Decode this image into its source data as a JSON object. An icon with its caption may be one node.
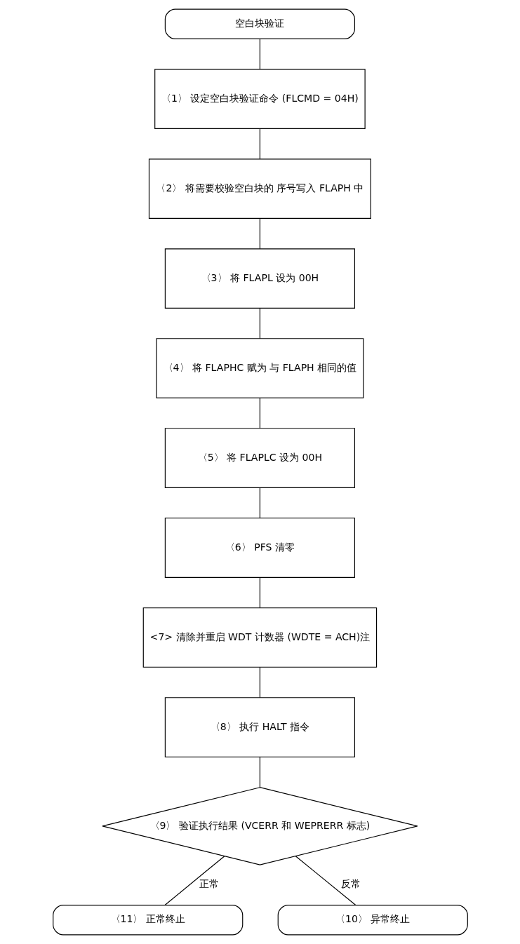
{
  "diagram": {
    "nodes": [
      {
        "text": [
          "空白块验证"
        ]
      },
      {
        "text": [
          "〈1〉 设定空白块验证命令 (FLCMD = 04H)"
        ]
      },
      {
        "text": [
          "〈2〉 将需要校验空白块的 序号写入 FLAPH 中"
        ]
      },
      {
        "text": [
          "〈3〉 将 FLAPL 设为 00H"
        ]
      },
      {
        "text": [
          "〈4〉 将 FLAPHC 赋为 与 FLAPH 相同的值"
        ]
      },
      {
        "text": [
          "〈5〉 将 FLAPLC 设为 00H"
        ]
      },
      {
        "text": [
          "〈6〉 PFS 清零"
        ]
      },
      {
        "text": [
          "<7> 清除并重启 WDT 计数器 (WDTE = ACH)注"
        ]
      },
      {
        "text": [
          "〈8〉 执行 HALT 指令"
        ]
      },
      {
        "text": [
          "〈9〉 验证执行结果 (VCERR 和 WEPRERR 标志)"
        ]
      },
      {
        "text": [
          "〈11〉 正常终止"
        ]
      },
      {
        "text": [
          "〈10〉 异常终止"
        ]
      }
    ],
    "edges": [
      {
        "from": 0,
        "to": 1,
        "arrow": "none"
      },
      {
        "from": 1,
        "to": 2,
        "arrow": "none"
      },
      {
        "from": 2,
        "to": 3,
        "arrow": "none"
      },
      {
        "from": 3,
        "to": 4,
        "arrow": "none"
      },
      {
        "from": 4,
        "to": 5,
        "arrow": "none"
      },
      {
        "from": 5,
        "to": 6,
        "arrow": "none"
      },
      {
        "from": 6,
        "to": 7,
        "arrow": "none"
      },
      {
        "from": 7,
        "to": 8,
        "arrow": "none"
      },
      {
        "from": 8,
        "to": 9,
        "arrow": "none"
      },
      {
        "from": 9,
        "to": 10,
        "label": "正常",
        "arrow": "none"
      },
      {
        "from": 9,
        "to": 11,
        "label": "反常",
        "arrow": "none"
      }
    ]
  }
}
